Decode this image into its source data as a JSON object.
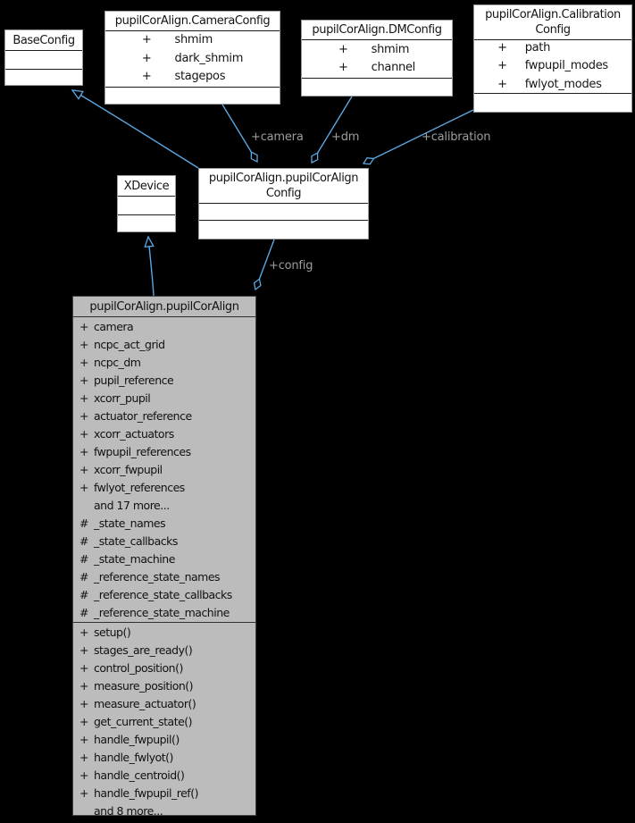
{
  "diagram": {
    "type": "uml-collaboration-graph",
    "colors": {
      "background": "#000000",
      "edge": "#59a7e3",
      "edge_label": "#9d9d9d",
      "node_fill": "#ffffff",
      "node_border": "#9c9c9c",
      "focus_node_fill": "#bcbcbc",
      "focus_node_border": "#434343",
      "node_text": "#151515"
    },
    "edge_labels": {
      "camera": "+camera",
      "dm": "+dm",
      "calibration": "+calibration",
      "config": "+config"
    },
    "classes": {
      "base_config": {
        "title": "BaseConfig"
      },
      "camera_config": {
        "title": "pupilCorAlign.CameraConfig",
        "attributes": [
          {
            "p": "+",
            "n": "shmim"
          },
          {
            "p": "+",
            "n": "dark_shmim"
          },
          {
            "p": "+",
            "n": "stagepos"
          }
        ]
      },
      "dm_config": {
        "title": "pupilCorAlign.DMConfig",
        "attributes": [
          {
            "p": "+",
            "n": "shmim"
          },
          {
            "p": "+",
            "n": "channel"
          }
        ]
      },
      "calibration_config": {
        "title": "pupilCorAlign.CalibrationConfig",
        "title_lines": [
          "pupilCorAlign.Calibration",
          "Config"
        ],
        "attributes": [
          {
            "p": "+",
            "n": "path"
          },
          {
            "p": "+",
            "n": "fwpupil_modes"
          },
          {
            "p": "+",
            "n": "fwlyot_modes"
          }
        ]
      },
      "xdevice": {
        "title": "XDevice"
      },
      "pupilcoralign_config": {
        "title": "pupilCorAlign.pupilCorAlignConfig",
        "title_lines": [
          "pupilCorAlign.pupilCorAlign",
          "Config"
        ]
      },
      "pupilcoralign": {
        "title": "pupilCorAlign.pupilCorAlign",
        "attributes": [
          {
            "p": "+",
            "n": "camera"
          },
          {
            "p": "+",
            "n": "ncpc_act_grid"
          },
          {
            "p": "+",
            "n": "ncpc_dm"
          },
          {
            "p": "+",
            "n": "pupil_reference"
          },
          {
            "p": "+",
            "n": "xcorr_pupil"
          },
          {
            "p": "+",
            "n": "actuator_reference"
          },
          {
            "p": "+",
            "n": "xcorr_actuators"
          },
          {
            "p": "+",
            "n": "fwpupil_references"
          },
          {
            "p": "+",
            "n": "xcorr_fwpupil"
          },
          {
            "p": "+",
            "n": "fwlyot_references"
          },
          {
            "p": "",
            "n": "and 17 more..."
          },
          {
            "p": "#",
            "n": "_state_names"
          },
          {
            "p": "#",
            "n": "_state_callbacks"
          },
          {
            "p": "#",
            "n": "_state_machine"
          },
          {
            "p": "#",
            "n": "_reference_state_names"
          },
          {
            "p": "#",
            "n": "_reference_state_callbacks"
          },
          {
            "p": "#",
            "n": "_reference_state_machine"
          }
        ],
        "methods": [
          {
            "p": "+",
            "n": "setup()"
          },
          {
            "p": "+",
            "n": "stages_are_ready()"
          },
          {
            "p": "+",
            "n": "control_position()"
          },
          {
            "p": "+",
            "n": "measure_position()"
          },
          {
            "p": "+",
            "n": "measure_actuator()"
          },
          {
            "p": "+",
            "n": "get_current_state()"
          },
          {
            "p": "+",
            "n": "handle_fwpupil()"
          },
          {
            "p": "+",
            "n": "handle_fwlyot()"
          },
          {
            "p": "+",
            "n": "handle_centroid()"
          },
          {
            "p": "+",
            "n": "handle_fwpupil_ref()"
          },
          {
            "p": "",
            "n": "and 8 more..."
          }
        ]
      }
    }
  }
}
